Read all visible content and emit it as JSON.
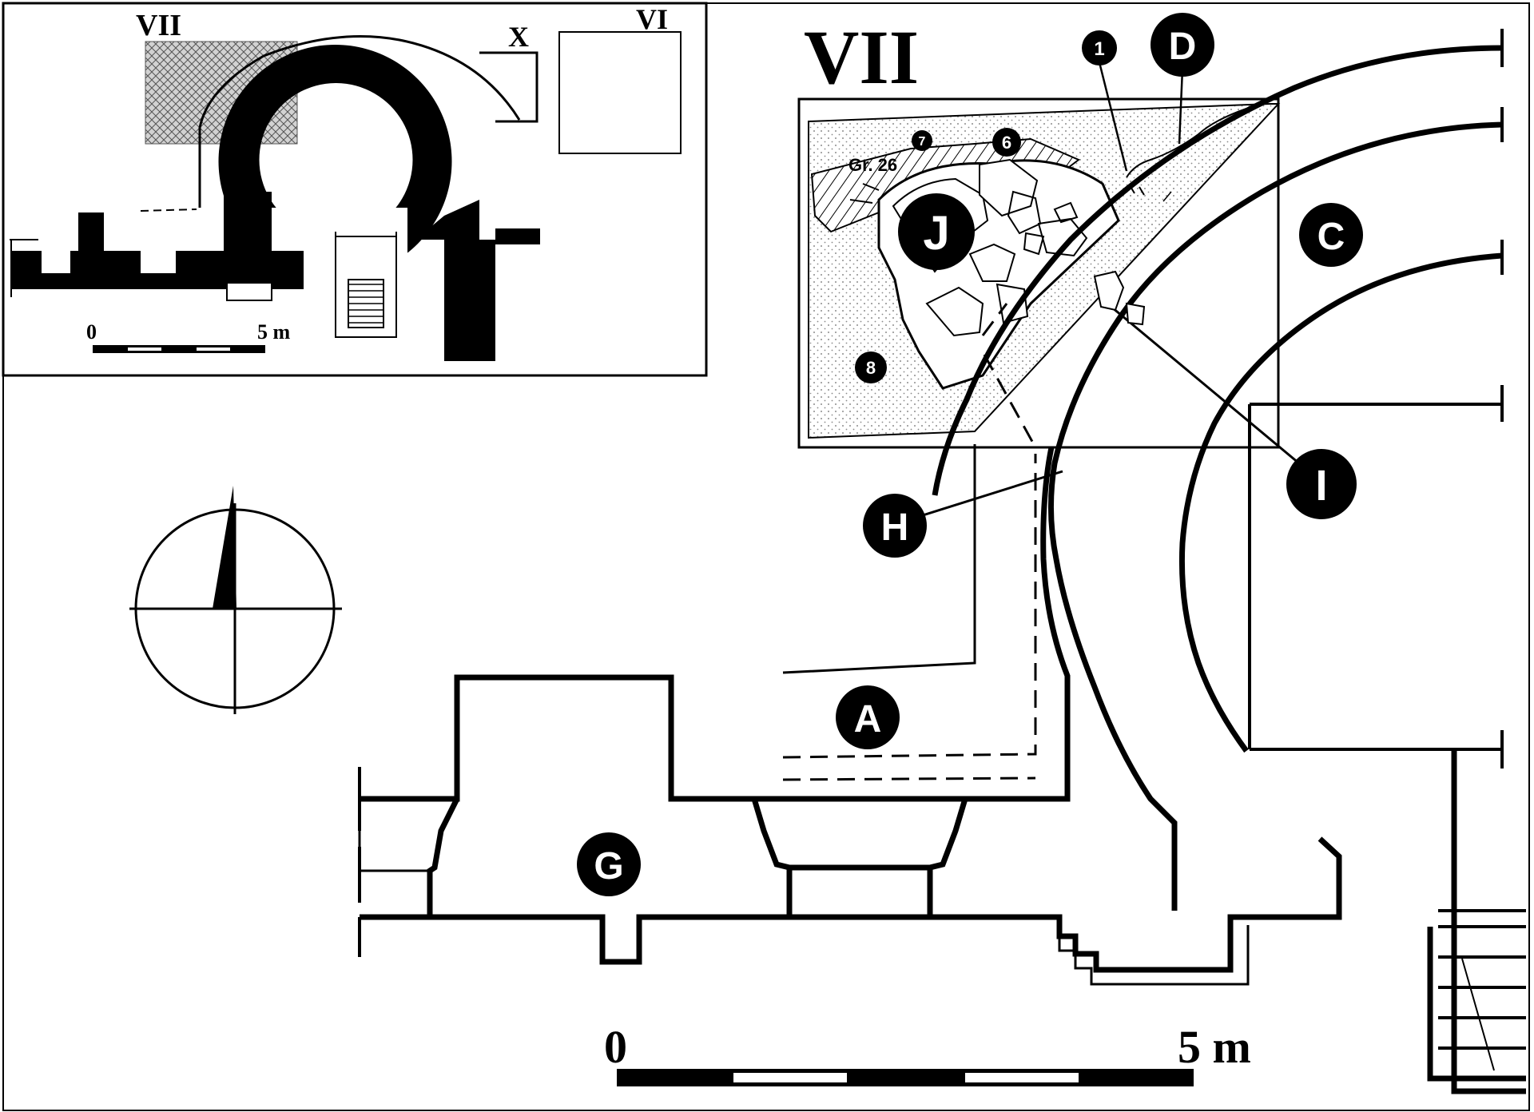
{
  "inset": {
    "labels": {
      "vii": "VII",
      "x": "X",
      "vi": "VI"
    },
    "scale": {
      "start": "0",
      "end": "5 m"
    }
  },
  "main": {
    "trench_label": "VII",
    "grave_label": "Gr. 26",
    "areas": {
      "a": "A",
      "c": "C",
      "d": "D",
      "g": "G",
      "h": "H",
      "i": "I",
      "j": "J"
    },
    "finds": {
      "f1": "1",
      "f6": "6",
      "f7": "7",
      "f8": "8"
    },
    "scale": {
      "start": "0",
      "end": "5 m"
    }
  },
  "colors": {
    "ink": "#000000",
    "paper": "#ffffff",
    "hatch_fill": "#b5b5b5",
    "stipple": "#9a9a9a"
  },
  "icons": {
    "north": "north-arrow-icon"
  }
}
